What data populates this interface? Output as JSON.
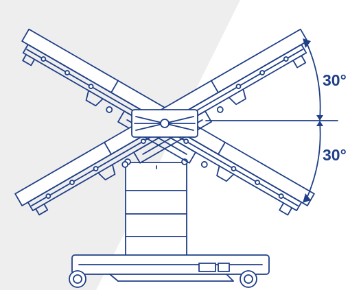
{
  "angles": {
    "upper": "30°",
    "lower": "30°"
  },
  "colors": {
    "line": "#1f3f86",
    "background": "#ffffff",
    "backdrop": "#eeeeee"
  },
  "icons": {
    "diagram": "tilting-operating-table-diagram"
  }
}
